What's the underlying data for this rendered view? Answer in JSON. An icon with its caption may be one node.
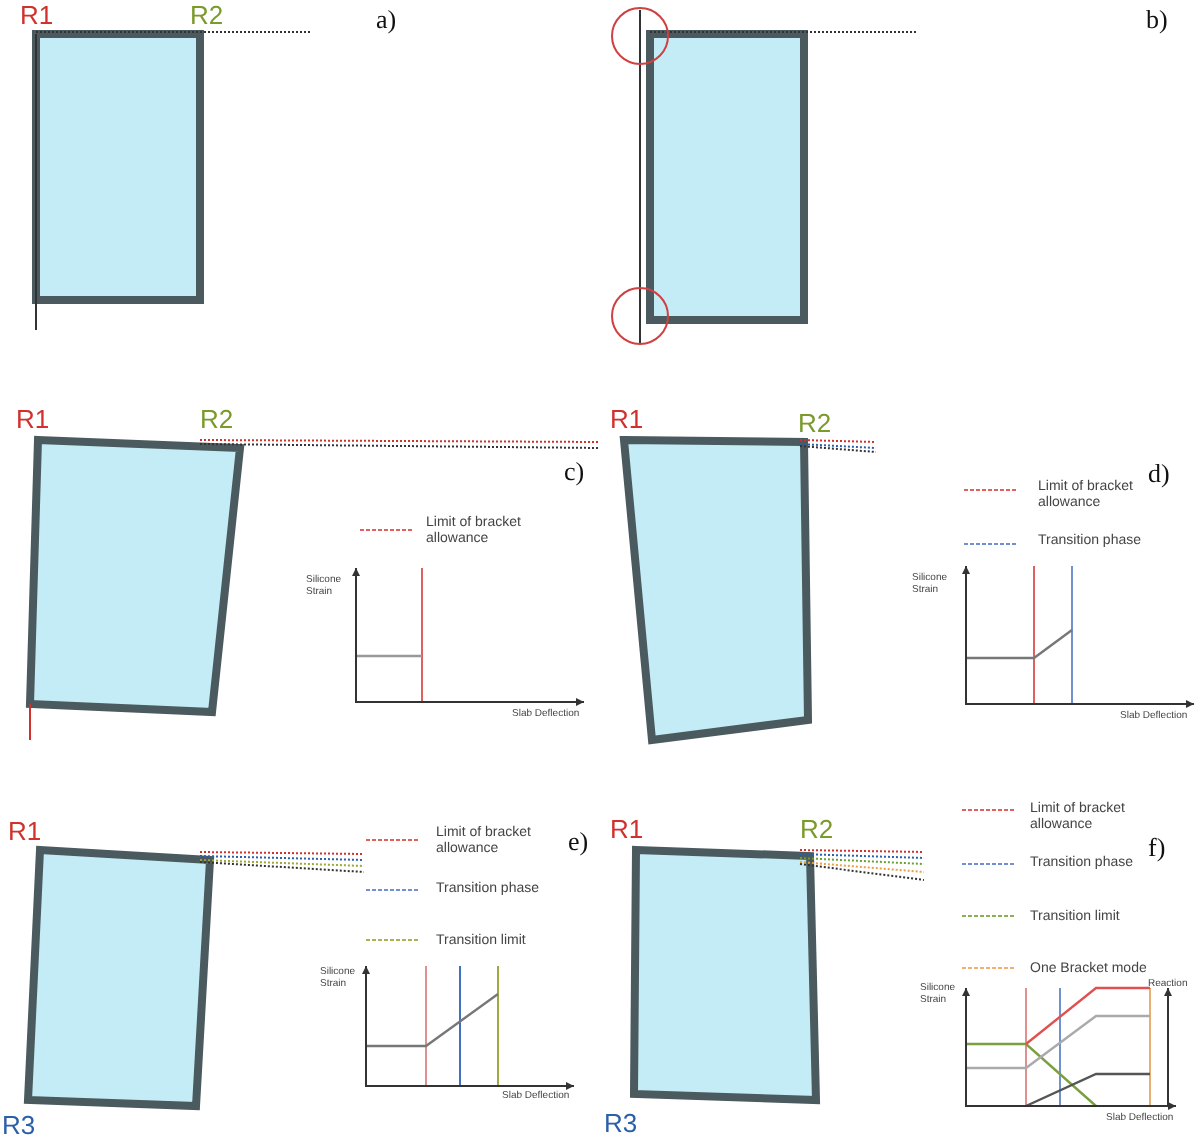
{
  "diagram": {
    "labels": [
      "R1",
      "R2",
      "a)",
      "b)",
      "R1",
      "R2",
      "c)",
      "R1",
      "R2",
      "d)",
      "Limit of bracket allowance",
      "Silicone Strain",
      "Slab Deflection",
      "Limit of bracket allowance",
      "Transition phase",
      "Silicone Strain",
      "Slab Deflection",
      "R1",
      "R1",
      "R2",
      "Limit of bracket allowance",
      "e)",
      "f)",
      "Limit of bracket allowance",
      "Transition phase",
      "Transition phase",
      "Transition limit",
      "Transition limit",
      "One Bracket mode",
      "Silicone Strain",
      "Reaction",
      "Silicone Strain",
      "Slab Deflection",
      "R3",
      "R3",
      "Slab Deflection"
    ]
  }
}
